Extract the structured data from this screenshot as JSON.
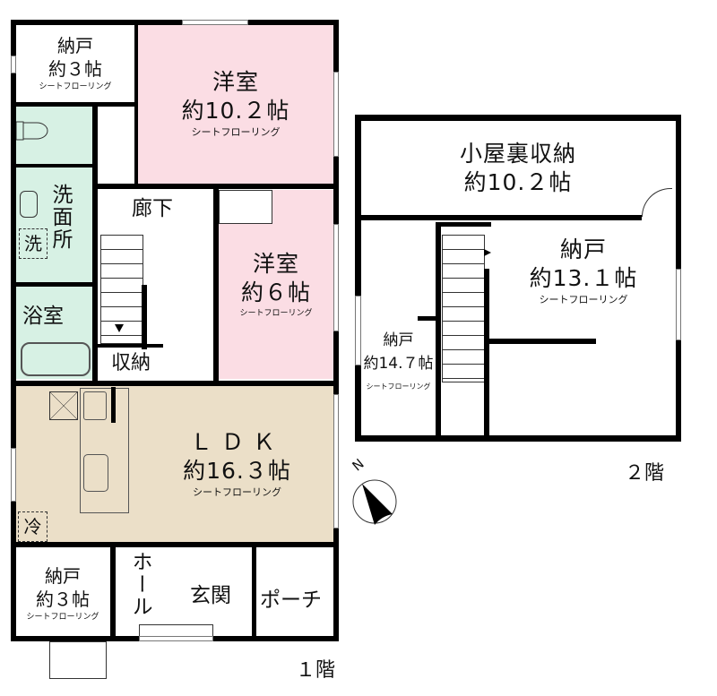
{
  "floor1": {
    "label": "１階",
    "rooms": {
      "nando_top": {
        "name": "納戸",
        "size": "約３帖",
        "floor": "シートフローリング"
      },
      "youshitsu_large": {
        "name": "洋室",
        "size": "約10.２帖",
        "floor": "シートフローリング"
      },
      "senmenjo": {
        "name": "洗面所"
      },
      "sentaku": {
        "name": "洗"
      },
      "yokushitsu": {
        "name": "浴室"
      },
      "rouka": {
        "name": "廊下"
      },
      "youshitsu_small": {
        "name": "洋室",
        "size": "約６帖",
        "floor": "シートフローリング"
      },
      "shuunou": {
        "name": "収納"
      },
      "ldk": {
        "name": "ＬＤＫ",
        "size": "約16.３帖",
        "floor": "シートフローリング"
      },
      "reizouko": {
        "name": "冷"
      },
      "nando_bottom": {
        "name": "納戸",
        "size": "約３帖",
        "floor": "シートフローリング"
      },
      "hall": {
        "name": "ホール"
      },
      "genkan": {
        "name": "玄関"
      },
      "porch": {
        "name": "ポーチ"
      }
    }
  },
  "floor2": {
    "label": "２階",
    "rooms": {
      "koyaura": {
        "name": "小屋裏収納",
        "size": "約10.２帖"
      },
      "nando_right": {
        "name": "納戸",
        "size": "約13.１帖",
        "floor": "シートフローリング"
      },
      "nando_left": {
        "name": "納戸",
        "size": "約14.７帖",
        "floor": "シートフローリング"
      }
    }
  },
  "compass": {
    "label": "N"
  },
  "colors": {
    "western_room": "#fbdde4",
    "wet_area": "#d7f1e4",
    "ldk": "#ebdfc8",
    "wall": "#000000"
  }
}
